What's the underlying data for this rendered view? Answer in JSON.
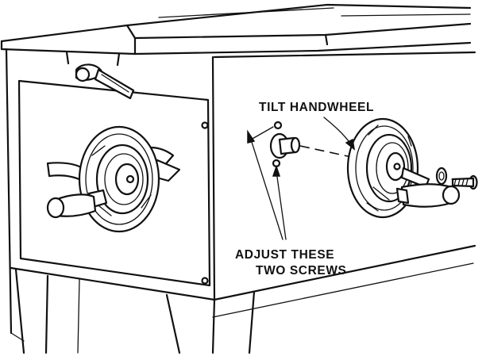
{
  "labels": {
    "tilt_handwheel": "TILT HANDWHEEL",
    "adjust_line1": "ADJUST THESE",
    "adjust_line2": "TWO SCREWS"
  }
}
